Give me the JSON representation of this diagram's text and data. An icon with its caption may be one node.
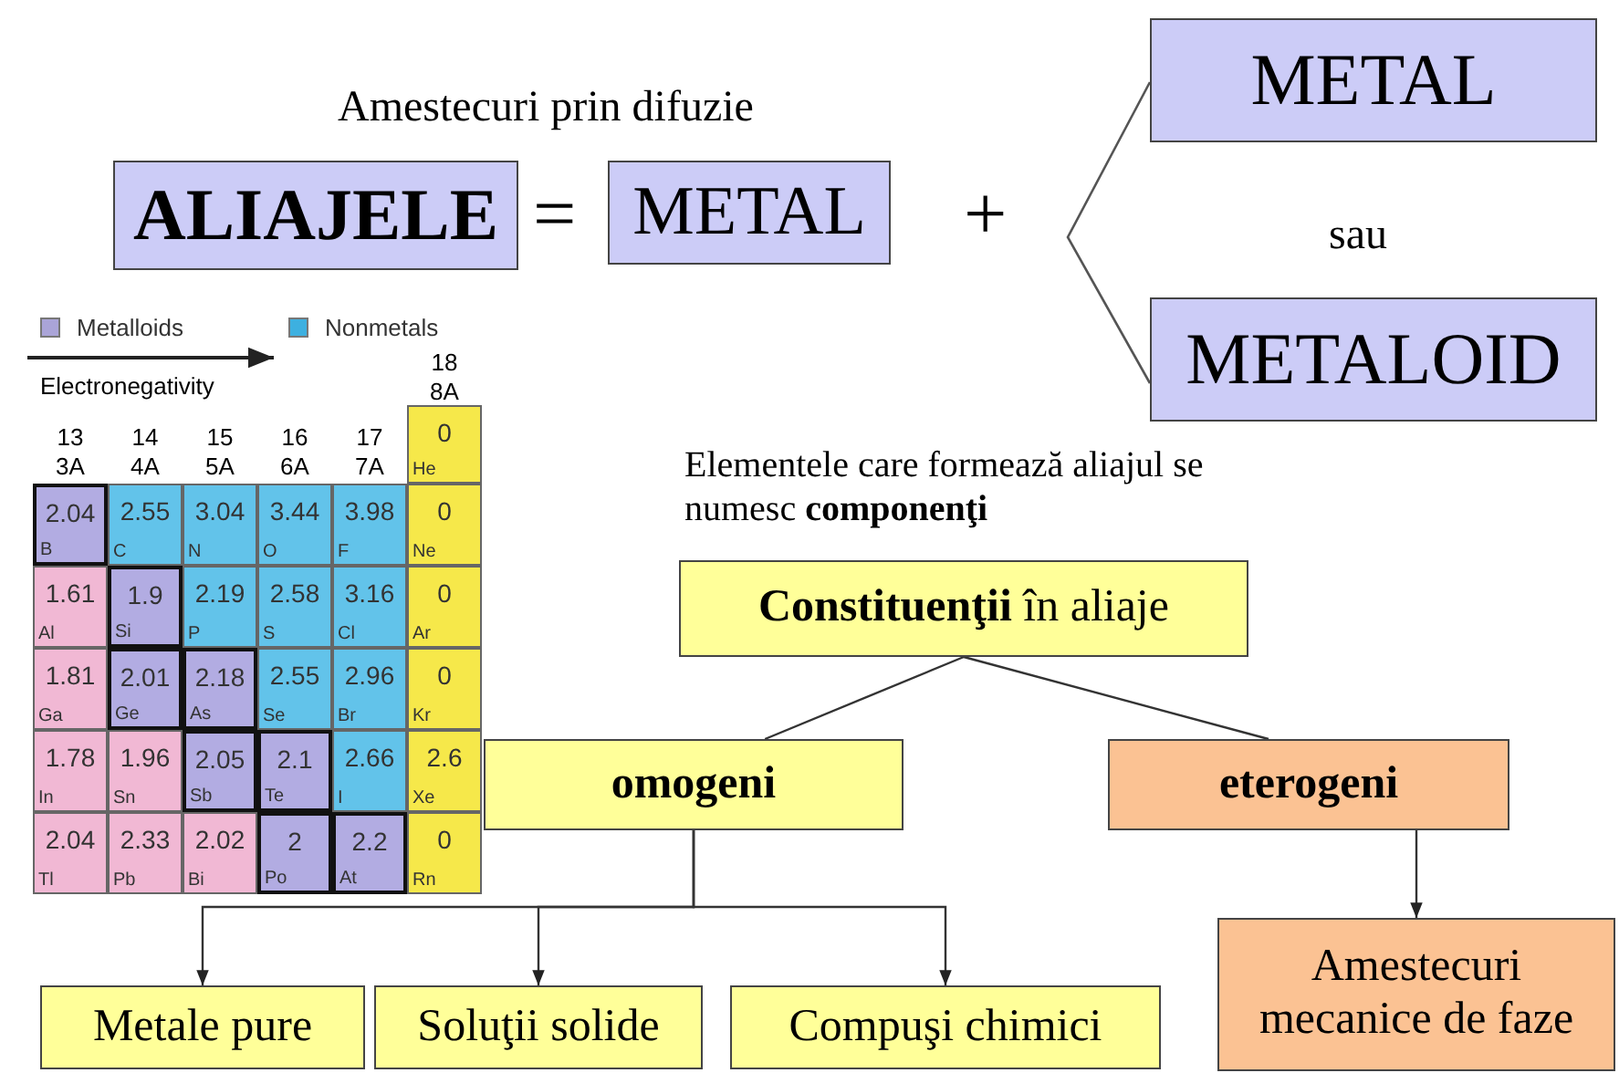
{
  "diagram": {
    "nodes": [
      {
        "text": [
          "ALIAJELE"
        ]
      },
      {
        "text": [
          "METAL"
        ]
      },
      {
        "text": [
          "METAL"
        ]
      },
      {
        "text": [
          "METALOID"
        ]
      },
      {
        "text": [
          "**Constituenţii** în aliaje"
        ]
      },
      {
        "text": [
          "omogeni"
        ]
      },
      {
        "text": [
          "eterogeni"
        ]
      },
      {
        "text": [
          "Metale pure"
        ]
      },
      {
        "text": [
          "Soluţii solide"
        ]
      },
      {
        "text": [
          "Compuşi chimici"
        ]
      },
      {
        "text": [
          "Amestecuri mecanice de faze"
        ]
      }
    ],
    "edges": [
      {
        "from": 4,
        "to": 5,
        "arrow": "none"
      },
      {
        "from": 4,
        "to": 6,
        "arrow": "none"
      },
      {
        "from": 5,
        "to": 7,
        "arrow": "to"
      },
      {
        "from": 5,
        "to": 8,
        "arrow": "to"
      },
      {
        "from": 5,
        "to": 9,
        "arrow": "to"
      },
      {
        "from": 6,
        "to": 10,
        "arrow": "to"
      }
    ],
    "labels": [
      "Amestecuri prin difuzie",
      "=",
      "+",
      "sau",
      "Electronegativity",
      "18 8A",
      "13 3A",
      "14 4A",
      "15 5A",
      "16 6A",
      "17 7A",
      "0",
      "He",
      "2.04",
      "B",
      "2.55",
      "C",
      "3.04",
      "N",
      "3.44",
      "O",
      "3.98",
      "F",
      "0",
      "Ne",
      "1.61",
      "Al",
      "1.9",
      "Si",
      "2.19",
      "P",
      "2.58",
      "S",
      "3.16",
      "Cl",
      "0",
      "Ar",
      "1.81",
      "Ga",
      "2.01",
      "Ge",
      "2.18",
      "As",
      "2.55",
      "Se",
      "2.96",
      "Br",
      "0",
      "Kr",
      "1.78",
      "In",
      "1.96",
      "Sn",
      "2.05",
      "Sb",
      "2.1",
      "Te",
      "2.66",
      "I",
      "2.6",
      "Xe",
      "2.04",
      "Tl",
      "2.33",
      "Pb",
      "2.02",
      "Bi",
      "2",
      "Po",
      "2.2",
      "At",
      "0",
      "Rn",
      "Elementele care formează aliajul se numesc **componenţi**"
    ],
    "legend": [
      {
        "text": "Metalloids",
        "color": "#aaa4d8"
      },
      {
        "text": "Nonmetals",
        "color": "#3db0e0"
      }
    ]
  }
}
